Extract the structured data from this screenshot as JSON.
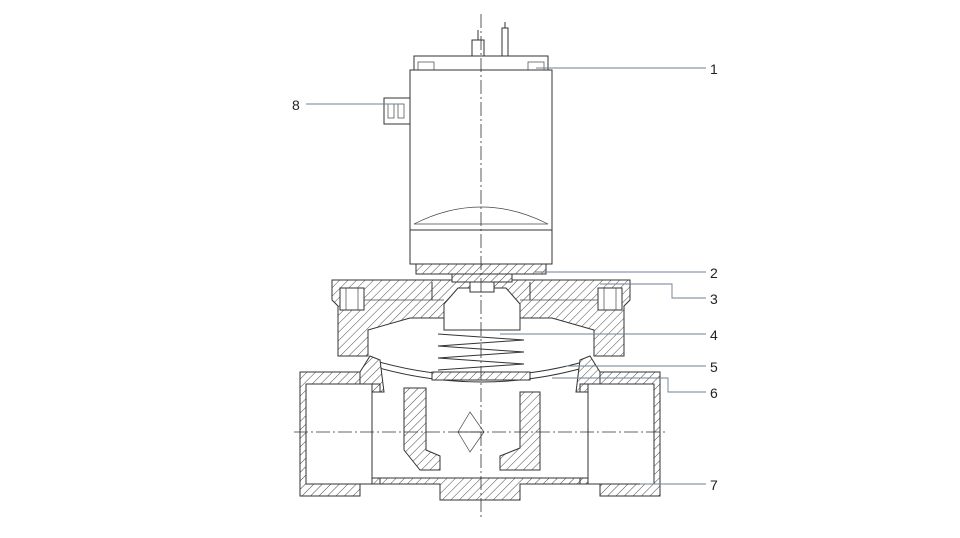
{
  "callouts": [
    {
      "id": "1",
      "label": "1"
    },
    {
      "id": "2",
      "label": "2"
    },
    {
      "id": "3",
      "label": "3"
    },
    {
      "id": "4",
      "label": "4"
    },
    {
      "id": "5",
      "label": "5"
    },
    {
      "id": "6",
      "label": "6"
    },
    {
      "id": "7",
      "label": "7"
    },
    {
      "id": "8",
      "label": "8"
    }
  ],
  "colors": {
    "line": "#333333",
    "leader": "#6d7f95",
    "background": "#ffffff"
  }
}
